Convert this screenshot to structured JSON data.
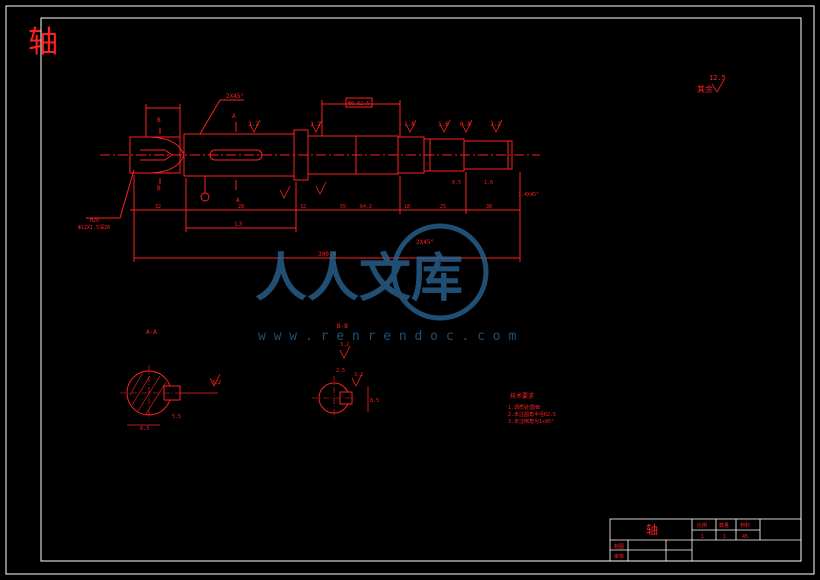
{
  "title_corner": "轴",
  "surface_roughness": {
    "other_label": "其余",
    "other_value": "12.5",
    "values": [
      "3.2",
      "3.2",
      "1.6",
      "1.6",
      "0.8",
      "3.2",
      "3.2",
      "1.6"
    ]
  },
  "dimensions": {
    "top_chamfer": "2X45°",
    "tolerance_box": "Φ0.02 A",
    "key_len": "L3",
    "overall_len": "300.4",
    "seg_lens": [
      "32",
      "28",
      "32",
      "55",
      "64.2",
      "18",
      "25",
      "38"
    ],
    "small_dims": [
      "2X45°",
      "1.4X45°",
      "0.5",
      "1.6"
    ],
    "thread_note1": "M20",
    "thread_note2": "Φ12X1.5深20",
    "section_dims_a": [
      "6.3",
      "3.2",
      "5.5"
    ],
    "section_dims_b": [
      "3.2",
      "2.5",
      "3.2",
      "8.5"
    ]
  },
  "sections": {
    "a_title": "A-A",
    "b_title": "B-B",
    "a_letter": "A",
    "b_letter": "B"
  },
  "tech_requirements": {
    "title": "技术要求",
    "lines": [
      "1.调质处理HB",
      "2.未注圆角半径R2.5",
      "3.未注倒角为1x45°"
    ]
  },
  "title_block": {
    "part_name": "轴",
    "headers": [
      "比例",
      "数量",
      "材料"
    ],
    "values": [
      "1",
      "1",
      "45"
    ],
    "rows": [
      "制图",
      "审核"
    ]
  },
  "watermark": {
    "brand": "人人文库",
    "url": "w w w . r e n r e n d o c . c o m"
  },
  "colors": {
    "line": "#ff2020",
    "border": "#ffffff",
    "watermark": "#2b6a9a"
  }
}
